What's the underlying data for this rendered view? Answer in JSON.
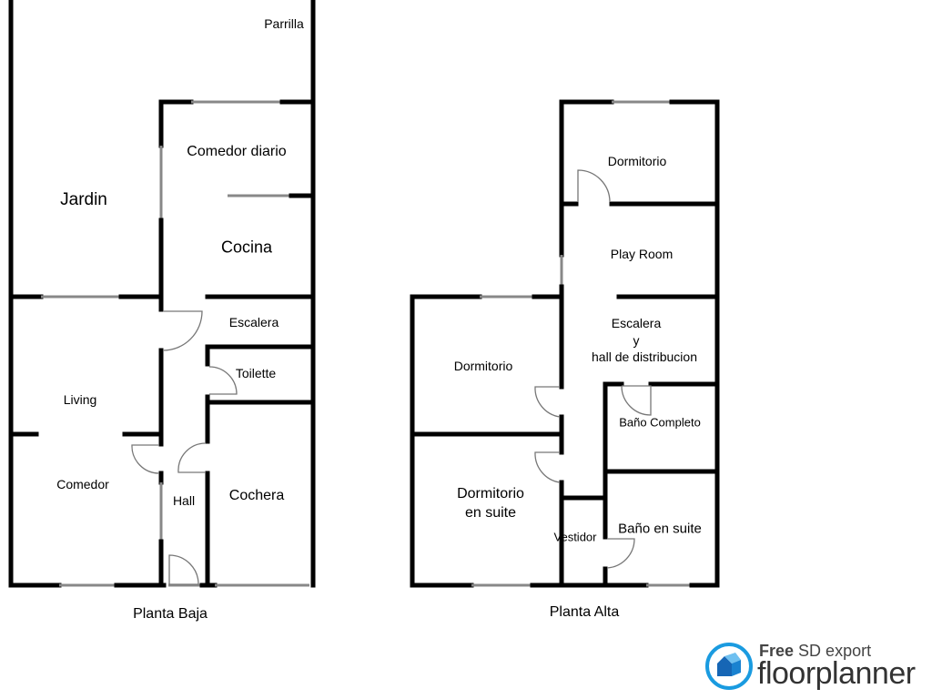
{
  "ground_floor": {
    "title": "Planta Baja",
    "rooms": {
      "parrilla": "Parrilla",
      "jardin": "Jardin",
      "comedor_diario": "Comedor diario",
      "cocina": "Cocina",
      "escalera": "Escalera",
      "toilette": "Toilette",
      "living": "Living",
      "comedor": "Comedor",
      "hall": "Hall",
      "cochera": "Cochera"
    }
  },
  "upper_floor": {
    "title": "Planta Alta",
    "rooms": {
      "dormitorio_top": "Dormitorio",
      "play_room": "Play Room",
      "escalera_1": "Escalera",
      "escalera_2": "y",
      "escalera_3": "hall de distribucion",
      "dormitorio_left": "Dormitorio",
      "bano_completo": "Baño Completo",
      "dorm_suite_1": "Dormitorio",
      "dorm_suite_2": "en suite",
      "vestidor": "Vestidor",
      "bano_suite": "Baño en suite"
    }
  },
  "logo": {
    "free": "Free",
    "export": "SD export",
    "brand": "floorplanner",
    "color": "#1a9be0"
  }
}
